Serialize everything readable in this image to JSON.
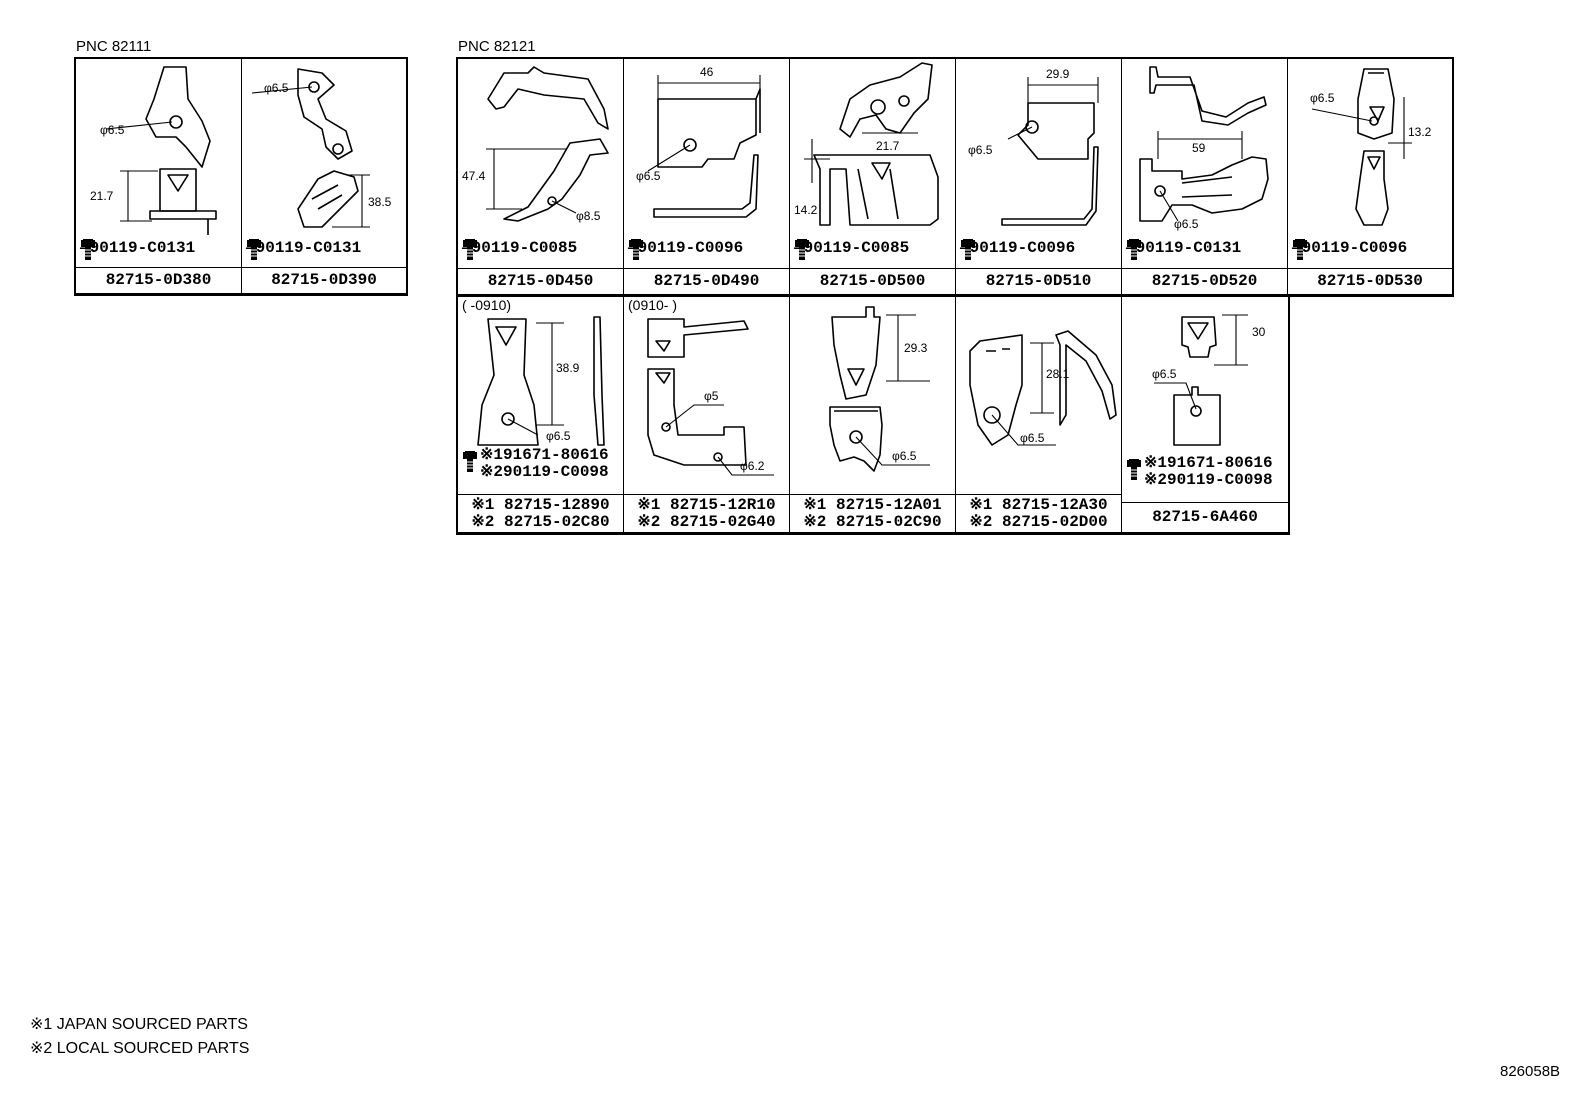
{
  "pnc_left": "PNC 82111",
  "pnc_right": "PNC 82121",
  "left_cells": [
    {
      "dims": [
        "φ6.5",
        "21.7"
      ],
      "bolt": "90119-C0131",
      "part": "82715-0D380"
    },
    {
      "dims": [
        "φ6.5",
        "38.5"
      ],
      "bolt": "90119-C0131",
      "part": "82715-0D390"
    }
  ],
  "row1": [
    {
      "dims": [
        "47.4",
        "φ8.5"
      ],
      "bolt": "90119-C0085",
      "part": "82715-0D450"
    },
    {
      "dims": [
        "46",
        "φ6.5"
      ],
      "bolt": "90119-C0096",
      "part": "82715-0D490"
    },
    {
      "dims": [
        "21.7",
        "14.2"
      ],
      "bolt": "90119-C0085",
      "part": "82715-0D500"
    },
    {
      "dims": [
        "29.9",
        "φ6.5"
      ],
      "bolt": "90119-C0096",
      "part": "82715-0D510"
    },
    {
      "dims": [
        "59",
        "φ6.5"
      ],
      "bolt": "90119-C0131",
      "part": "82715-0D520"
    },
    {
      "dims": [
        "φ6.5",
        "13.2"
      ],
      "bolt": "90119-C0096",
      "part": "82715-0D530"
    }
  ],
  "row2": [
    {
      "period": "(      -0910)",
      "dims": [
        "38.9",
        "φ6.5"
      ],
      "bolts": [
        "※191671-80616",
        "※290119-C0098"
      ],
      "parts": [
        "※1 82715-12890",
        "※2 82715-02C80"
      ]
    },
    {
      "period": "(0910-          )",
      "dims": [
        "φ5",
        "φ6.2"
      ],
      "parts": [
        "※1 82715-12R10",
        "※2 82715-02G40"
      ]
    },
    {
      "dims": [
        "29.3",
        "φ6.5"
      ],
      "parts": [
        "※1 82715-12A01",
        "※2 82715-02C90"
      ]
    },
    {
      "dims": [
        "28.1",
        "φ6.5"
      ],
      "parts": [
        "※1 82715-12A30",
        "※2 82715-02D00"
      ]
    },
    {
      "dims": [
        "30",
        "φ6.5"
      ],
      "bolts": [
        "※191671-80616",
        "※290119-C0098"
      ],
      "parts": [
        "82715-6A460"
      ]
    }
  ],
  "notes": [
    "※1 JAPAN SOURCED PARTS",
    "※2 LOCAL SOURCED PARTS"
  ],
  "diagram_code": "826058B"
}
